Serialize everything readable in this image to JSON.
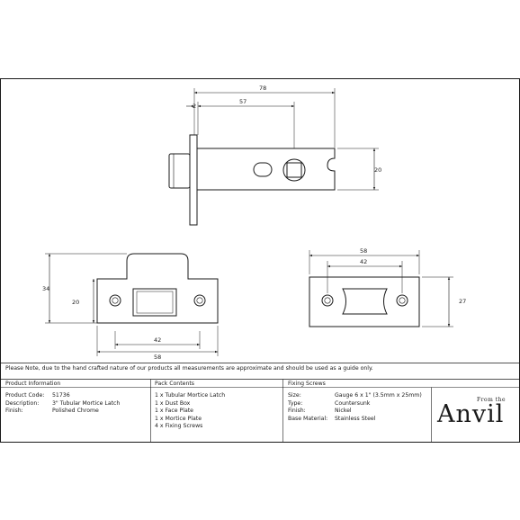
{
  "dimensions": {
    "latch_overall": "78",
    "latch_backset": "57",
    "latch_faceplate_thickness": "2",
    "latch_height": "20",
    "faceplate_height": "34",
    "faceplate_opening_height": "20",
    "faceplate_hole_spacing": "42",
    "faceplate_width": "58",
    "mortice_plate_width": "58",
    "mortice_plate_hole_spacing": "42",
    "mortice_plate_height": "27"
  },
  "note": "Please Note, due to the hand crafted nature of our products all measurements are approximate and should be used as a guide only.",
  "product_information": {
    "heading": "Product Information",
    "rows": [
      {
        "label": "Product Code:",
        "value": "51736"
      },
      {
        "label": "Description:",
        "value": "3\" Tubular Mortice Latch"
      },
      {
        "label": "Finish:",
        "value": "Polished Chrome"
      }
    ]
  },
  "pack_contents": {
    "heading": "Pack Contents",
    "items": [
      "1 x Tubular Mortice Latch",
      "1 x Dust Box",
      "1 x Face Plate",
      "1 x Mortice Plate",
      "4 x Fixing Screws"
    ]
  },
  "fixing_screws": {
    "heading": "Fixing Screws",
    "rows": [
      {
        "label": "Size:",
        "value": "Gauge 6 x 1\" (3.5mm x 25mm)"
      },
      {
        "label": "Type:",
        "value": "Countersunk"
      },
      {
        "label": "Finish:",
        "value": "Nickel"
      },
      {
        "label": "Base Material:",
        "value": "Stainless Steel"
      }
    ]
  },
  "brand": {
    "top_text": "From the",
    "name": "Anvil"
  },
  "colors": {
    "line": "#1a1a1a",
    "part_fill": "#ffffff"
  }
}
